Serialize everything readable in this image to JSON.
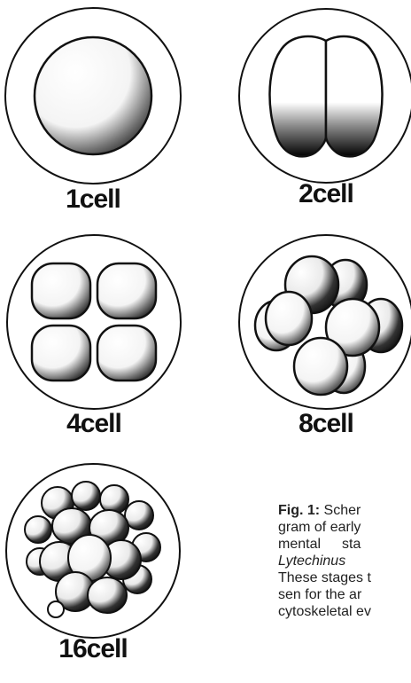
{
  "stages": [
    {
      "label": "1cell"
    },
    {
      "label": "2cell"
    },
    {
      "label": "4cell"
    },
    {
      "label": "8cell"
    },
    {
      "label": "16cell"
    }
  ],
  "caption": {
    "fig_label": "Fig. 1:",
    "line1_rest": " Scher",
    "line2": "gram of early",
    "line3_a": "mental",
    "line3_b": "sta",
    "line4": "Lytechinus",
    "line5": "These stages t",
    "line6": "sen for the ar",
    "line7": "cytoskeletal ev"
  },
  "colors": {
    "ink": "#111111",
    "paper": "#ffffff"
  }
}
